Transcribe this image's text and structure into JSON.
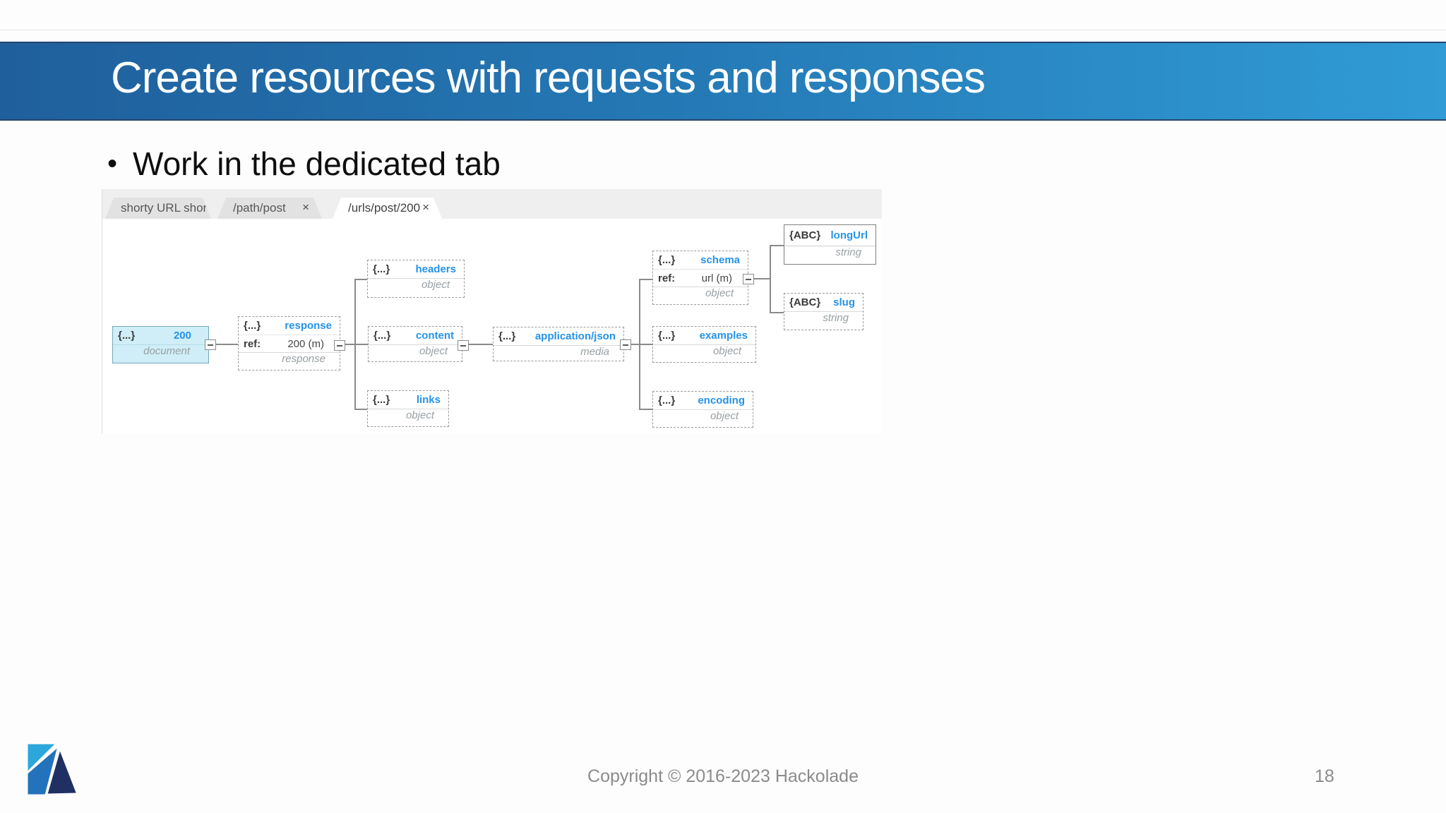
{
  "slide": {
    "title": "Create resources with requests and responses",
    "bullet_glyph": "•",
    "bullet_text": "Work in the dedicated tab",
    "footer": "Copyright © 2016-2023 Hackolade",
    "page_number": "18"
  },
  "colors": {
    "banner_gradient_start": "#1f5f9c",
    "banner_gradient_end": "#309bd5",
    "node_name_blue": "#2493ea",
    "selected_node_fill": "#cfeef7",
    "logo_cyan": "#2ba7dc",
    "logo_blue": "#2273bb",
    "logo_navy": "#203063"
  },
  "tabs": {
    "t1": {
      "label": "shorty URL shorte..."
    },
    "t2": {
      "label": "/path/post",
      "close": "×"
    },
    "t3": {
      "label": "/urls/post/200",
      "close": "×"
    }
  },
  "nodes": {
    "n200": {
      "icon": "{...}",
      "name": "200",
      "type": "document"
    },
    "response": {
      "icon": "{...}",
      "name": "response",
      "ref_label": "ref:",
      "ref": "200 (m)",
      "type": "response"
    },
    "headers": {
      "icon": "{...}",
      "name": "headers",
      "type": "object"
    },
    "content": {
      "icon": "{...}",
      "name": "content",
      "type": "object"
    },
    "links": {
      "icon": "{...}",
      "name": "links",
      "type": "object"
    },
    "media": {
      "icon": "{...}",
      "name": "application/json",
      "type": "media"
    },
    "schema": {
      "icon": "{...}",
      "name": "schema",
      "ref_label": "ref:",
      "ref": "url (m)",
      "type": "object"
    },
    "examples": {
      "icon": "{...}",
      "name": "examples",
      "type": "object"
    },
    "encoding": {
      "icon": "{...}",
      "name": "encoding",
      "type": "object"
    },
    "longUrl": {
      "icon": "{ABC}",
      "name": "longUrl",
      "type": "string"
    },
    "slug": {
      "icon": "{ABC}",
      "name": "slug",
      "type": "string"
    }
  }
}
